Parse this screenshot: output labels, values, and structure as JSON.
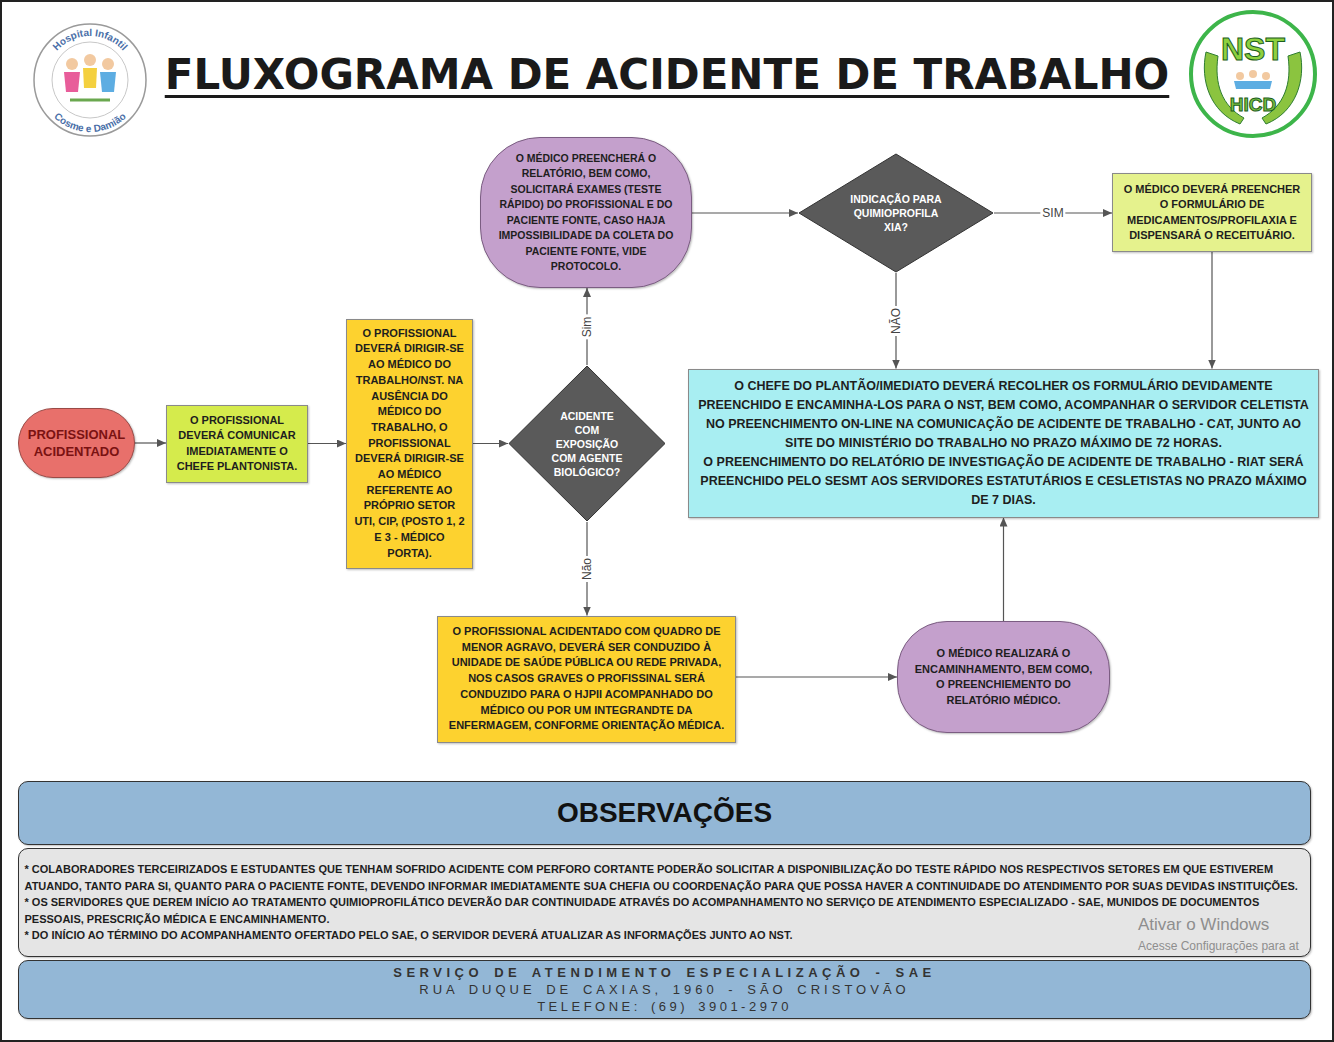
{
  "diagram": {
    "title": "FLUXOGRAMA DE ACIDENTE DE TRABALHO",
    "nodes": [
      {
        "text": [
          "PROFISSIONAL ACIDENTADO"
        ]
      },
      {
        "text": [
          "O PROFISSIONAL DEVERÁ COMUNICAR IMEDIATAMENTE O CHEFE PLANTONISTA."
        ]
      },
      {
        "text": [
          "O PROFISSIONAL DEVERÁ DIRIGIR-SE AO MÉDICO DO TRABALHO/NST. NA AUSÊNCIA DO MÉDICO DO TRABALHO, O PROFISSIONAL DEVERÁ DIRIGIR-SE AO MÉDICO REFERENTE AO PRÓPRIO SETOR UTI, CIP, (POSTO 1, 2 E 3 - MÉDICO PORTA)."
        ]
      },
      {
        "text": [
          "ACIDENTE COM EXPOSIÇÃO COM AGENTE BIOLÓGICO?"
        ]
      },
      {
        "text": [
          "O MÉDICO PREENCHERÁ O RELATÓRIO, BEM COMO, SOLICITARÁ EXAMES (TESTE RÁPIDO) DO PROFISSIONAL E DO PACIENTE FONTE, CASO HAJA IMPOSSIBILIDADE DA COLETA DO PACIENTE FONTE, VIDE PROTOCOLO."
        ]
      },
      {
        "text": [
          "INDICAÇÃO PARA QUIMIOPROFILA XIA?"
        ]
      },
      {
        "text": [
          "O MÉDICO DEVERÁ PREENCHER O FORMULÁRIO DE MEDICAMENTOS/PROFILAXIA E DISPENSARÁ O RECEITUÁRIO."
        ]
      },
      {
        "text": [
          "O CHEFE DO PLANTÃO/IMEDIATO DEVERÁ RECOLHER OS FORMULÁRIO DEVIDAMENTE PREENCHIDO E ENCAMINHA-LOS PARA O NST, BEM COMO, ACOMPANHAR O SERVIDOR CELETISTA NO PREENCHIMENTO ON-LINE NA COMUNICAÇÃO DE ACIDENTE DE TRABALHO - CAT, JUNTO AO SITE DO MINISTÉRIO DO TRABALHO NO PRAZO MÁXIMO DE 72 HORAS.",
          "O PREENCHIMENTO DO RELATÓRIO DE INVESTIGAÇÃO DE ACIDENTE DE TRABALHO - RIAT SERÁ PREENCHIDO PELO SESMT AOS SERVIDORES ESTATUTÁRIOS E CESLETISTAS NO PRAZO MÁXIMO DE 7 DIAS."
        ]
      },
      {
        "text": [
          "O PROFISSIONAL ACIDENTADO COM QUADRO DE MENOR AGRAVO, DEVERÁ SER CONDUZIDO À UNIDADE DE SAÚDE PÚBLICA OU REDE PRIVADA, NOS CASOS GRAVES O PROFISSINAL SERÁ CONDUZIDO PARA O HJPII ACOMPANHADO DO MÉDICO OU POR UM INTEGRANDTE DA ENFERMAGEM, CONFORME ORIENTAÇÃO MÉDICA."
        ]
      },
      {
        "text": [
          "O MÉDICO REALIZARÁ O ENCAMINHAMENTO, BEM COMO, O PREENCHIEMENTO DO RELATÓRIO MÉDICO."
        ]
      },
      {
        "text": [
          "OBSERVAÇÕES"
        ]
      },
      {
        "text": [
          "* COLABORADORES TERCEIRIZADOS E ESTUDANTES QUE TENHAM SOFRIDO ACIDENTE COM PERFORO CORTANTE PODERÃO SOLICITAR A DISPONIBILIZAÇÃO DO TESTE RÁPIDO NOS RESPECTIVOS SETORES EM QUE ESTIVEREM ATUANDO, TANTO PARA SI, QUANTO PARA O PACIENTE FONTE, DEVENDO INFORMAR IMEDIATAMENTE SUA CHEFIA OU COORDENAÇÃO PARA QUE POSSA HAVER A CONTINUIDADE DO ATENDIMENTO POR SUAS DEVIDAS INSTITUIÇÕES.",
          "* OS SERVIDORES QUE DEREM INÍCIO AO TRATAMENTO QUIMIOPROFILÁTICO DEVERÃO DAR CONTINUIDADE ATRAVÉS DO ACOMPANHAMENTO NO SERVIÇO DE ATENDIMENTO ESPECIALIZADO - SAE, MUNIDOS DE DOCUMENTOS PESSOAIS, PRESCRIÇÃO MÉDICA E ENCAMINHAMENTO.",
          "* DO INÍCIO AO TÉRMINO DO ACOMPANHAMENTO OFERTADO PELO SAE, O SERVIDOR DEVERÁ ATUALIZAR AS INFORMAÇÕES JUNTO AO NST."
        ]
      },
      {
        "text": [
          "SERVIÇO DE ATENDIMENTO ESPECIALIZAÇÃO - SAE",
          "RUA DUQUE DE CAXIAS, 1960 - SÃO CRISTOVÃO",
          "TELEFONE: (69) 3901-2970"
        ]
      }
    ],
    "edges": [
      {
        "from": 0,
        "to": 1,
        "arrow": "to"
      },
      {
        "from": 1,
        "to": 2,
        "arrow": "to"
      },
      {
        "from": 2,
        "to": 3,
        "arrow": "to"
      },
      {
        "from": 3,
        "to": 4,
        "label": "Sim",
        "arrow": "to"
      },
      {
        "from": 3,
        "to": 8,
        "label": "Não",
        "arrow": "to"
      },
      {
        "from": 4,
        "to": 5,
        "arrow": "to"
      },
      {
        "from": 5,
        "to": 6,
        "label": "SIM",
        "arrow": "to"
      },
      {
        "from": 5,
        "to": 7,
        "label": "NÃO",
        "arrow": "to"
      },
      {
        "from": 6,
        "to": 7,
        "arrow": "to"
      },
      {
        "from": 8,
        "to": 9,
        "arrow": "to"
      },
      {
        "from": 9,
        "to": 7,
        "arrow": "to"
      }
    ],
    "labels": [
      "Hospital Infantil",
      "Cosme e Damião",
      "NST",
      "HICD",
      "Ativar o Windows",
      "Acesse Configurações para at"
    ]
  }
}
